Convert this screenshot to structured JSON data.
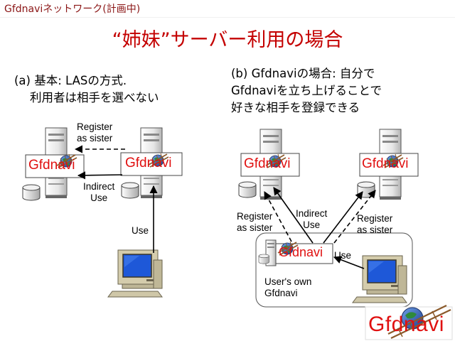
{
  "header": {
    "title": "Gfdnaviネットワーク(計画中)"
  },
  "slide": {
    "title": "“姉妹”サーバー利用の場合"
  },
  "panel_a": {
    "heading_line1": "(a) 基本: LASの方式.",
    "heading_line2": "利用者は相手を選べない",
    "register_label_line1": "Register",
    "register_label_line2": "as sister",
    "indirect_label_line1": "Indirect",
    "indirect_label_line2": "Use",
    "use_label": "Use",
    "box_left_text": "Gfdnavi",
    "box_right_text": "Gfdnavi"
  },
  "panel_b": {
    "heading_line1": "(b) Gfdnaviの場合: 自分で",
    "heading_line2": "Gfdnaviを立ち上げることで",
    "heading_line3": "好きな相手を登録できる",
    "box_left_text": "Gfdnavi",
    "box_right_text": "Gfdnavi",
    "box_own_text": "Gfdnavi",
    "register_left_line1": "Register",
    "register_left_line2": "as sister",
    "indirect_line1": "Indirect",
    "indirect_line2": "Use",
    "register_right_line1": "Register",
    "register_right_line2": "as sister",
    "use_label": "Use",
    "own_caption_line1": "User's own",
    "own_caption_line2": "Gfdnavi"
  },
  "logo": {
    "text": "Gfdnavi"
  },
  "colors": {
    "title_red": "#c40000",
    "header_red": "#8a1414",
    "box_text_red": "#e01010",
    "monitor_blue": "#1e58d8",
    "computer_beige": "#cfc7a8"
  },
  "icons": [
    "server-icon",
    "database-icon",
    "globe-icon",
    "computer-icon"
  ]
}
